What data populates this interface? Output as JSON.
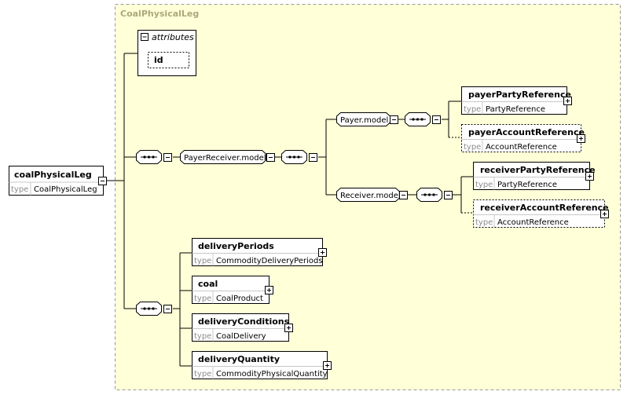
{
  "colors": {
    "group_background": "#ffffd8",
    "group_border": "#9a9a9a",
    "element_border": "#000000",
    "line": "#000000"
  },
  "root": {
    "name": "coalPhysicalLeg",
    "type_key": "type",
    "type": "CoalPhysicalLeg"
  },
  "complex_type": {
    "name": "CoalPhysicalLeg"
  },
  "attributes": {
    "label": "attributes",
    "items": [
      "id"
    ]
  },
  "payer_receiver": {
    "group_label": "PayerReceiver.model",
    "payer": {
      "group_label": "Payer.model",
      "party": {
        "name": "payerPartyReference",
        "type_key": "type",
        "type": "PartyReference",
        "optional": false
      },
      "account": {
        "name": "payerAccountReference",
        "type_key": "type",
        "type": "AccountReference",
        "optional": true
      }
    },
    "receiver": {
      "group_label": "Receiver.model",
      "party": {
        "name": "receiverPartyReference",
        "type_key": "type",
        "type": "PartyReference",
        "optional": false
      },
      "account": {
        "name": "receiverAccountReference",
        "type_key": "type",
        "type": "AccountReference",
        "optional": true
      }
    }
  },
  "sequence_elements": [
    {
      "name": "deliveryPeriods",
      "type_key": "type",
      "type": "CommodityDeliveryPeriods"
    },
    {
      "name": "coal",
      "type_key": "type",
      "type": "CoalProduct"
    },
    {
      "name": "deliveryConditions",
      "type_key": "type",
      "type": "CoalDelivery"
    },
    {
      "name": "deliveryQuantity",
      "type_key": "type",
      "type": "CommodityPhysicalQuantity"
    }
  ]
}
